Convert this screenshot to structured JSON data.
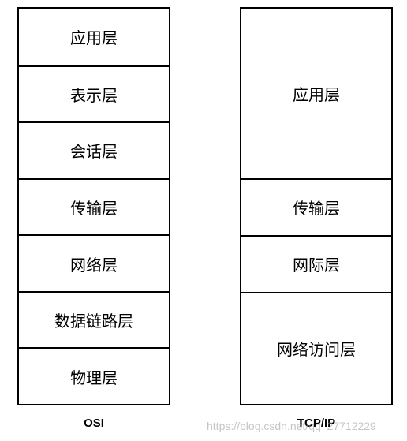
{
  "osi": {
    "caption": "OSI",
    "layers": [
      "应用层",
      "表示层",
      "会话层",
      "传输层",
      "网络层",
      "数据链路层",
      "物理层"
    ]
  },
  "tcpip": {
    "caption": "TCP/IP",
    "layers": [
      "应用层",
      "传输层",
      "网际层",
      "网络访问层"
    ]
  },
  "watermark": "https://blog.csdn.net/qq_27712229"
}
